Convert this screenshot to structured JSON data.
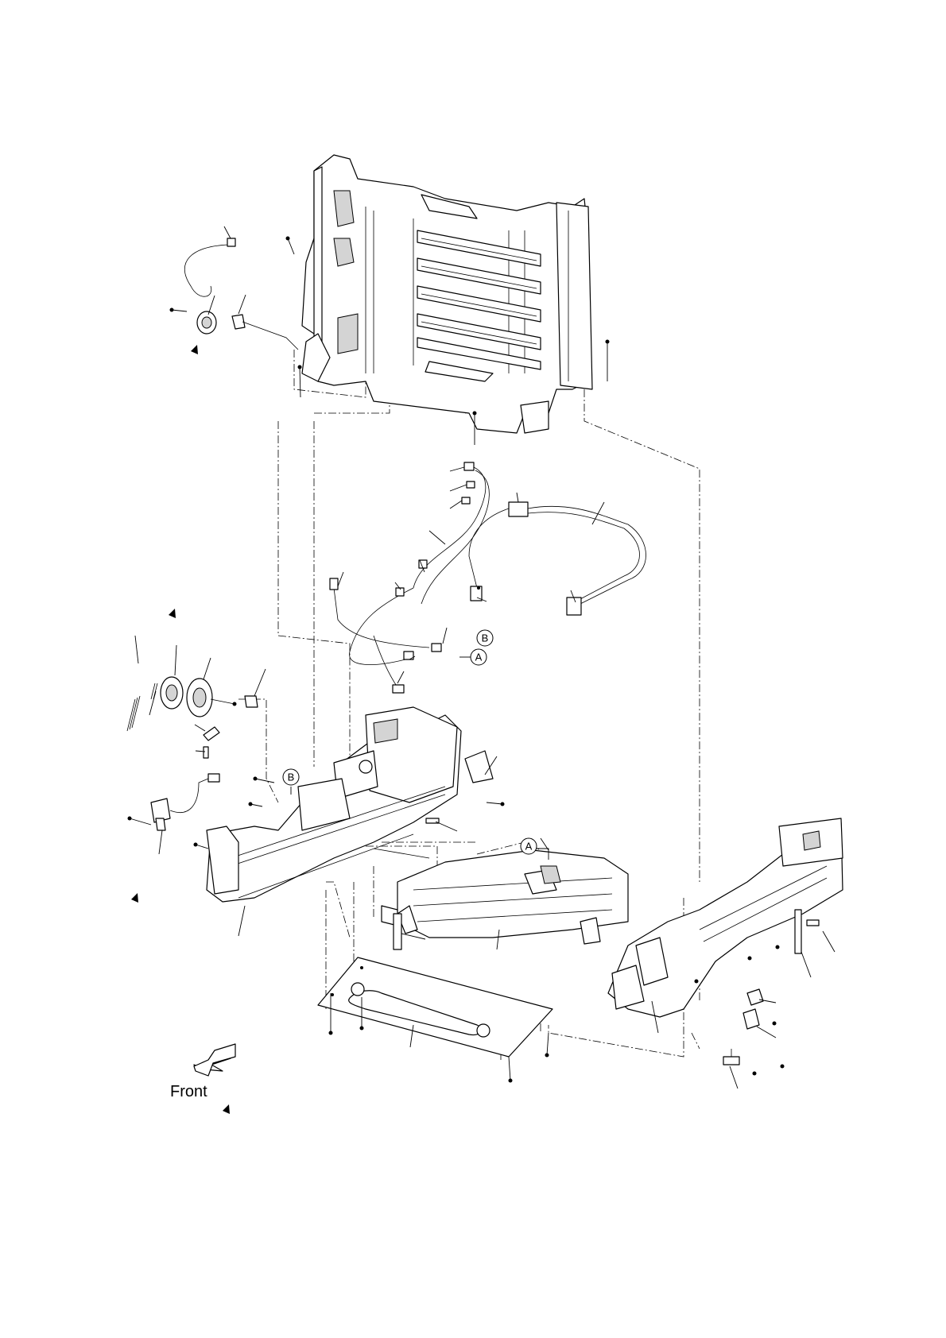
{
  "orientation_label": "Front",
  "callouts": [
    {
      "id": "callout-b-harness",
      "text": "B"
    },
    {
      "id": "callout-a-harness",
      "text": "A"
    },
    {
      "id": "callout-b-frame",
      "text": "B"
    },
    {
      "id": "callout-a-paper",
      "text": "A"
    }
  ],
  "colors": {
    "line": "#000000",
    "background": "#ffffff",
    "shade": "#d4d4d4"
  }
}
